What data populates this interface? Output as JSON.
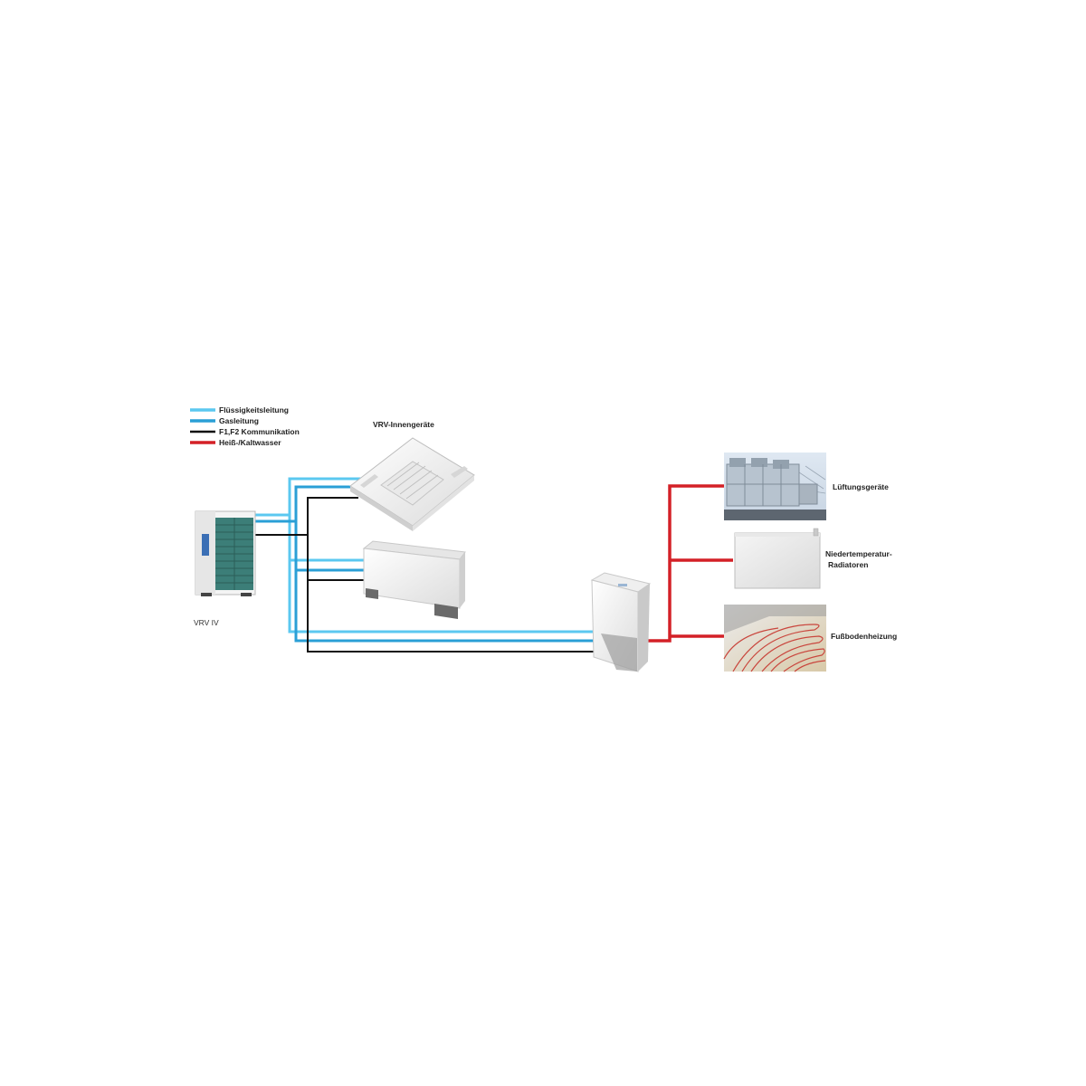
{
  "legend": {
    "items": [
      {
        "label": "Flüssigkeitsleitung",
        "color": "#5bc8f0"
      },
      {
        "label": "Gasleitung",
        "color": "#2a9fd6"
      },
      {
        "label": "F1,F2 Kommunikation",
        "color": "#111111"
      },
      {
        "label": "Heiß-/Kaltwasser",
        "color": "#d42027"
      }
    ]
  },
  "units": {
    "indoor_group_label": "VRV-Innengeräte",
    "outdoor_label": "VRV IV"
  },
  "emitters": {
    "ventilation_label": "Lüftungsgeräte",
    "radiator_label_line1": "Niedertemperatur-",
    "radiator_label_line2": "Radiatoren",
    "floor_heating_label": "Fußbodenheizung"
  },
  "colors": {
    "liquid": "#5bc8f0",
    "gas": "#2a9fd6",
    "communication": "#111111",
    "water": "#d42027"
  },
  "icons": {
    "outdoor_unit": "vrv-outdoor-unit-icon",
    "cassette": "ceiling-cassette-icon",
    "floor_unit": "floor-standing-unit-icon",
    "hydrobox": "hydrobox-icon",
    "ventilation": "ventilation-unit-photo",
    "radiator": "radiator-icon",
    "floor_heating": "floor-heating-photo"
  }
}
